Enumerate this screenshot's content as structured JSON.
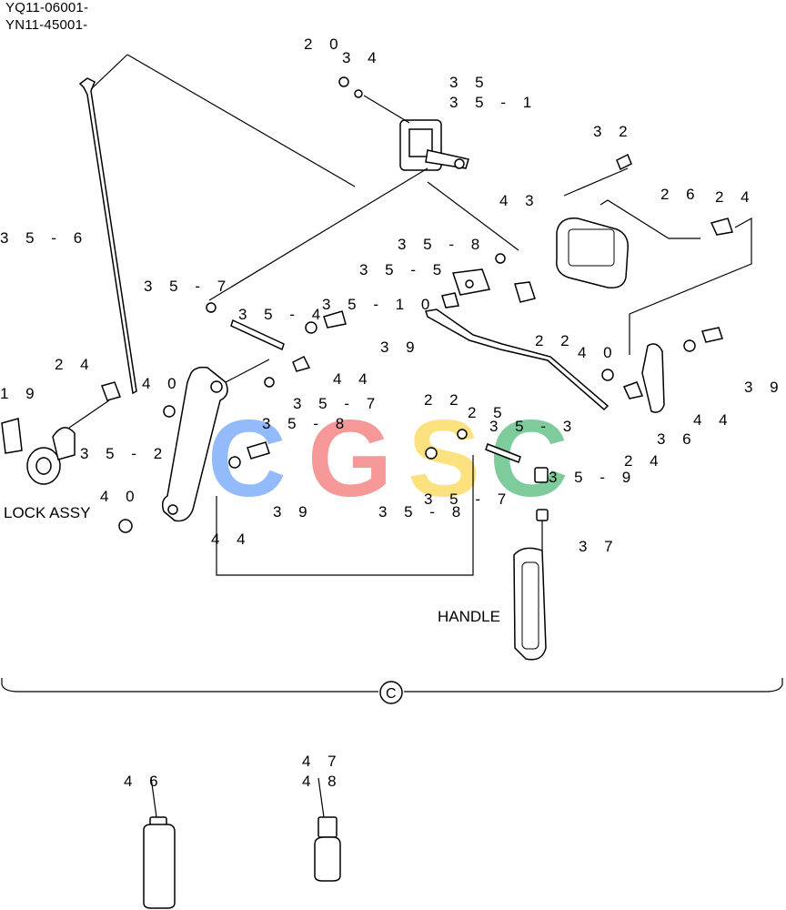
{
  "header": {
    "serial_1": "YQ11-06001-",
    "serial_2": "YN11-45001-"
  },
  "labels": {
    "lock_assy": "LOCK ASSY",
    "handle": "HANDLE",
    "section_marker": "C"
  },
  "callouts": [
    "20",
    "34",
    "35",
    "35-1",
    "32",
    "43",
    "26",
    "24",
    "35-6",
    "35-8",
    "35-5",
    "35-7",
    "35-4",
    "35-10",
    "39",
    "22",
    "40",
    "44",
    "24",
    "19",
    "40",
    "35-8",
    "35-7",
    "22",
    "25",
    "36",
    "39",
    "44",
    "35-2",
    "35-3",
    "24",
    "35-9",
    "40",
    "39",
    "44",
    "35-8",
    "35-7",
    "37",
    "46",
    "47",
    "48"
  ],
  "watermark": {
    "letters": [
      "C",
      "G",
      "S",
      "C"
    ],
    "colors": [
      "#3b82f6",
      "#ef4444",
      "#facc15",
      "#16a34a"
    ]
  }
}
